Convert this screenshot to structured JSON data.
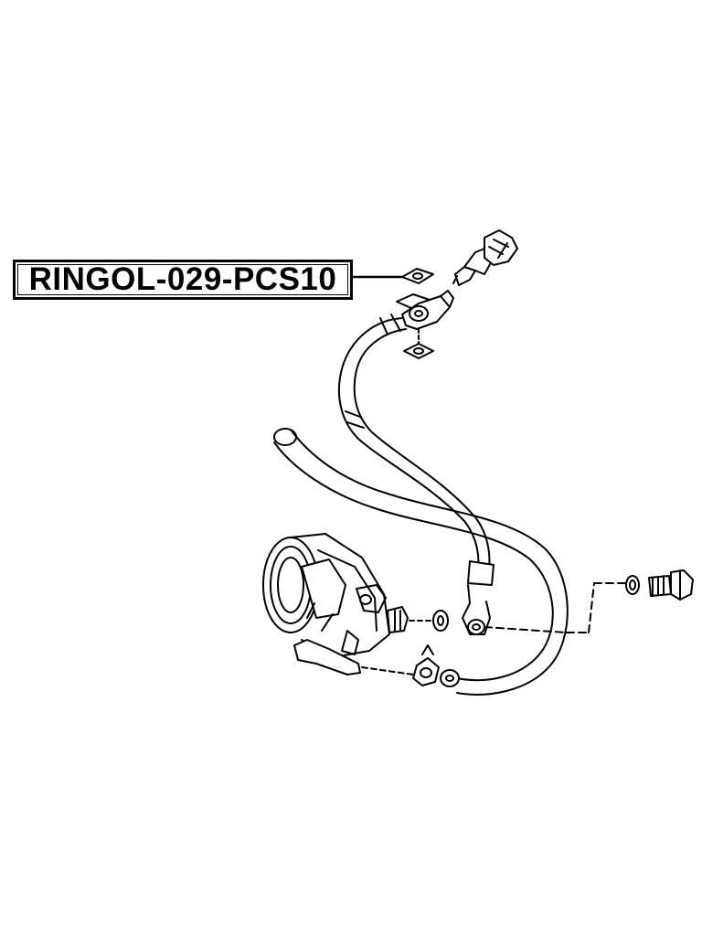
{
  "callout": {
    "part_number": "RINGOL-029-PCS10"
  },
  "diagram": {
    "components": [
      "pressure-switch",
      "sealing-washer-upper",
      "banjo-fitting",
      "sealing-washer-lower",
      "high-pressure-hose",
      "return-hose",
      "power-steering-pump",
      "union-bolt",
      "washer",
      "hose-clamp"
    ]
  }
}
